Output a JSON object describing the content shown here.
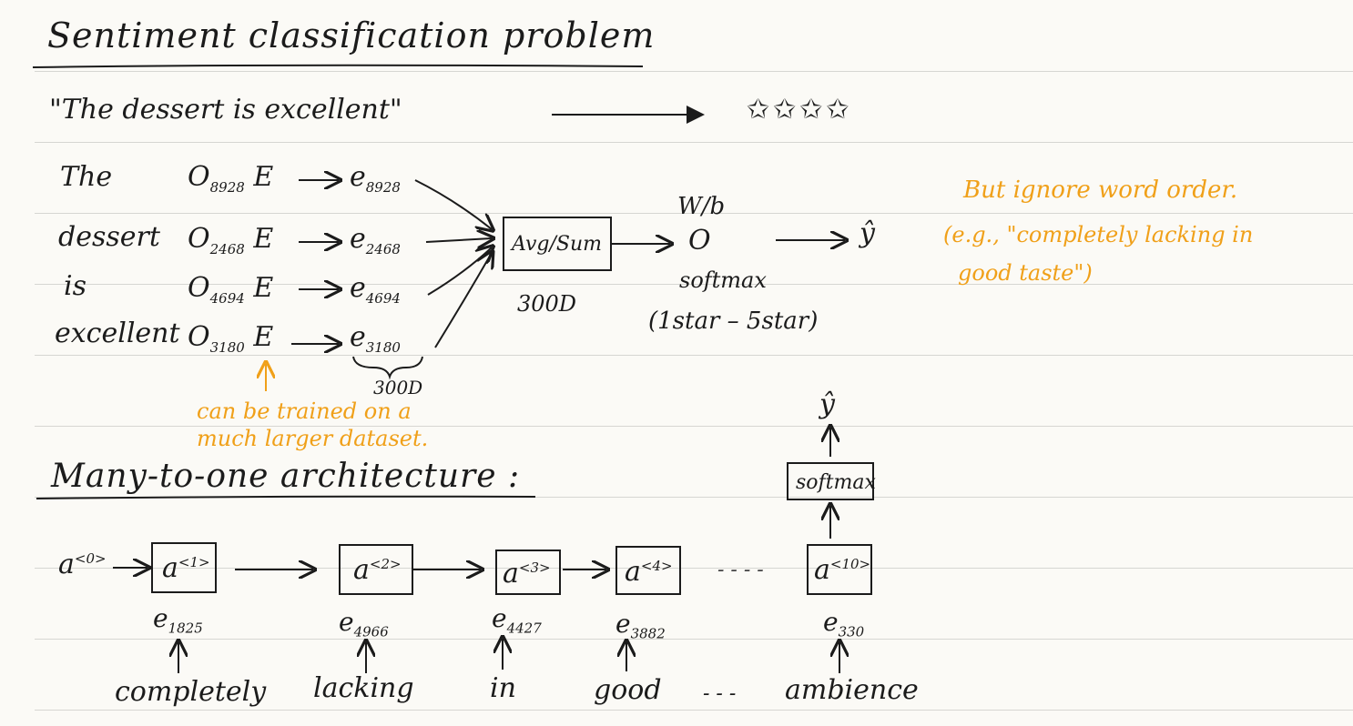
{
  "heading1": "Sentiment classification problem",
  "example": {
    "sentence": "\"The dessert is excellent\"",
    "stars": "✩✩✩✩"
  },
  "words": [
    "The",
    "dessert",
    "is",
    "excellent"
  ],
  "onehots": [
    {
      "base": "O",
      "sub": "8928",
      "mat": "E"
    },
    {
      "base": "O",
      "sub": "2468",
      "mat": "E"
    },
    {
      "base": "O",
      "sub": "4694",
      "mat": "E"
    },
    {
      "base": "O",
      "sub": "3180",
      "mat": "E"
    }
  ],
  "embeddings": [
    {
      "base": "e",
      "sub": "8928"
    },
    {
      "base": "e",
      "sub": "2468"
    },
    {
      "base": "e",
      "sub": "4694"
    },
    {
      "base": "e",
      "sub": "3180"
    }
  ],
  "emb_dim": "300D",
  "avg_box": "Avg/Sum",
  "avg_dim": "300D",
  "wb": "W/b",
  "node": "O",
  "softmax_label": "softmax",
  "softmax_range": "(1star – 5star)",
  "yhat": "ŷ",
  "note_trained": [
    "can be trained on a",
    "much larger dataset."
  ],
  "note_order": {
    "line1": "But ignore word order.",
    "line2": "(e.g., \"completely lacking in",
    "line3": "good taste\")"
  },
  "heading2": "Many-to-one architecture :",
  "rnn": {
    "a0": {
      "base": "a",
      "sup": "<0>"
    },
    "cells": [
      {
        "base": "a",
        "sup": "<1>"
      },
      {
        "base": "a",
        "sup": "<2>"
      },
      {
        "base": "a",
        "sup": "<3>"
      },
      {
        "base": "a",
        "sup": "<4>"
      },
      {
        "base": "a",
        "sup": "<10>"
      }
    ],
    "ellipsis": "- - - -",
    "emb": [
      {
        "base": "e",
        "sub": "1825"
      },
      {
        "base": "e",
        "sub": "4966"
      },
      {
        "base": "e",
        "sub": "4427"
      },
      {
        "base": "e",
        "sub": "3882"
      },
      {
        "base": "e",
        "sub": "330"
      }
    ],
    "words": [
      "completely",
      "lacking",
      "in",
      "good",
      "- - -",
      "ambience"
    ],
    "softmax": "softmax",
    "yhat": "ŷ"
  }
}
